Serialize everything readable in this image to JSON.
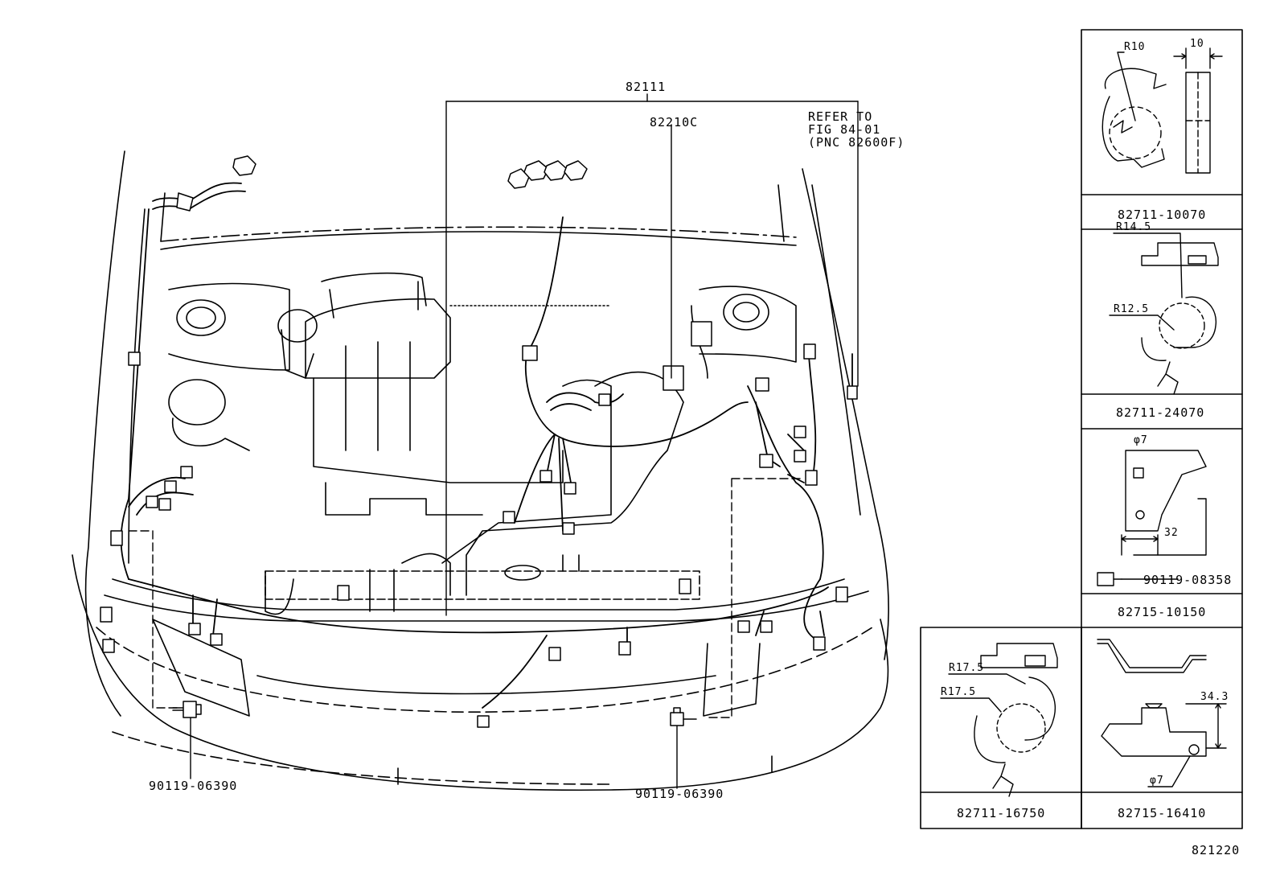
{
  "labels": {
    "harness_main": "82111",
    "harness_sub": "82210C",
    "refer_line1": "REFER TO",
    "refer_line2": "FIG 84-01",
    "refer_line3": "(PNC 82600F)",
    "bolt_left": "90119-06390",
    "bolt_right": "90119-06390",
    "figure_no": "821220"
  },
  "panels": [
    {
      "part": "82711-10070",
      "dims": [
        "R10",
        "10"
      ]
    },
    {
      "part": "82711-24070",
      "dims": [
        "R14.5",
        "R12.5"
      ]
    },
    {
      "part": "82715-10150",
      "dims": [
        "φ7",
        "32"
      ],
      "bolt": "90119-08358"
    },
    {
      "part": "82711-16750",
      "dims": [
        "R17.5",
        "R17.5"
      ]
    },
    {
      "part": "82715-16410",
      "dims": [
        "34.3",
        "φ7"
      ]
    }
  ]
}
